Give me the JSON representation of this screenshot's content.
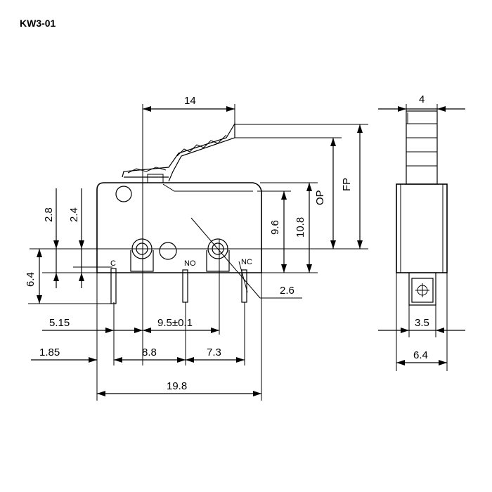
{
  "title": "KW3-01",
  "pins": {
    "c": "C",
    "no": "NO",
    "nc": "NC"
  },
  "dims": {
    "d14": "14",
    "d4": "4",
    "fp": "FP",
    "op": "OP",
    "d9_6": "9.6",
    "d10_8": "10.8",
    "d2_8": "2.8",
    "d2_4": "2.4",
    "d6_4_left": "6.4",
    "d2_6": "2.6",
    "d5_15": "5.15",
    "d9_5": "9.5±0.1",
    "d1_85": "1.85",
    "d8_8": "8.8",
    "d7_3": "7.3",
    "d19_8": "19.8",
    "d3_5": "3.5",
    "d6_4_right": "6.4"
  }
}
